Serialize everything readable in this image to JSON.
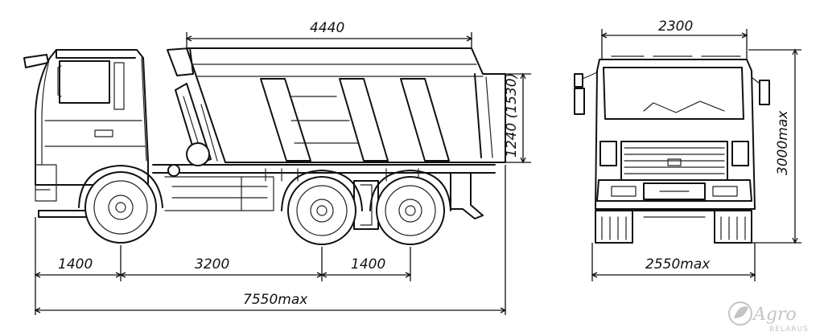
{
  "drawing": {
    "side_view": {
      "body_length": "4440",
      "body_height": "1240 (1530)",
      "front_overhang": "1400",
      "wheelbase": "3200",
      "rear_axle_spacing": "1400",
      "overall_length": "7550max"
    },
    "front_view": {
      "body_width": "2300",
      "overall_height": "3000max",
      "overall_width": "2550max"
    }
  },
  "logo": {
    "brand": "Agro",
    "region": "BELARUS"
  }
}
